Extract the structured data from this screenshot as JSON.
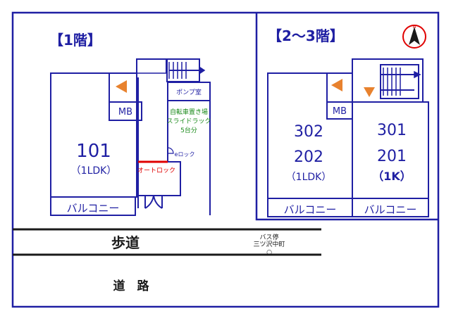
{
  "floor1": {
    "heading": "【1階】",
    "unit": {
      "number": "101",
      "type": "（1LDK）"
    },
    "mb": "MB",
    "balcony": "バルコニー",
    "pump_room": "ポンプ室",
    "bicycle": {
      "line1": "自転車置き場",
      "line2": "スライドラック",
      "line3": "5台分"
    },
    "e_lock": "eロック",
    "auto_lock": "オートロック"
  },
  "floor23": {
    "heading": "【2～3階】",
    "mb": "MB",
    "units_left": {
      "upper": "302",
      "lower": "202",
      "type": "（1LDK）"
    },
    "units_right": {
      "upper": "301",
      "lower": "201",
      "type": "（1K）"
    },
    "balcony_left": "バルコニー",
    "balcony_right": "バルコニー"
  },
  "street": {
    "sidewalk": "歩道",
    "road": "道　路",
    "bus_stop": {
      "line1": "バス停",
      "line2": "三ツ沢中町",
      "marker": "○"
    }
  },
  "colors": {
    "frame": "#1f1fa3",
    "arrow": "#e8822e",
    "lock_line": "#e00000",
    "bike_text": "#1a8a1a",
    "compass": "#e00000"
  }
}
